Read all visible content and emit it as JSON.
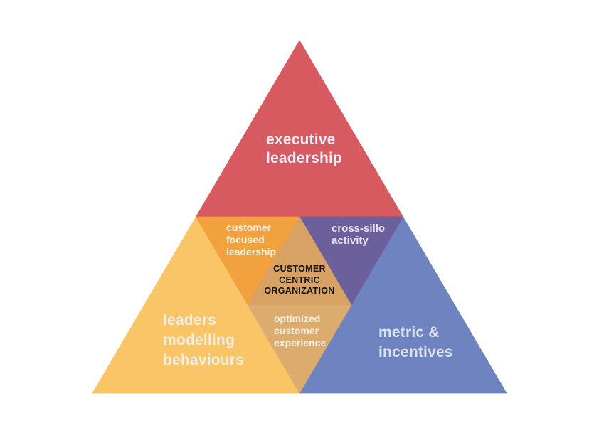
{
  "diagram": {
    "type": "pyramid",
    "background_color": "#ffffff",
    "center_title": "CUSTOMER CENTRIC ORGANIZATION",
    "sections": [
      {
        "id": "executive-leadership",
        "label": "executive\nleadership",
        "color": "#d65a5f",
        "text_color": "#eaeef6",
        "position": "top"
      },
      {
        "id": "customer-focused-leadership",
        "label": "customer\nfocused\nleadership",
        "color": "#f1a23f",
        "text_color": "#f8f2e8",
        "position": "middle-left"
      },
      {
        "id": "cross-sillo-activity",
        "label": "cross-sillo\nactivity",
        "color": "#6b5f9c",
        "text_color": "#e8e6f2",
        "position": "middle-right"
      },
      {
        "id": "customer-centric-organization",
        "label": "CUSTOMER\nCENTRIC\nORGANIZATION",
        "color": "#d7a263",
        "text_color": "#141414",
        "position": "center"
      },
      {
        "id": "optimized-customer-experience",
        "label": "optimized\ncustomer\nexperience",
        "color": "#dcab6e",
        "text_color": "#f6efe3",
        "position": "middle-bottom"
      },
      {
        "id": "leaders-modelling-behaviours",
        "label": "leaders\nmodelling\nbehaviours",
        "color": "#f9c566",
        "text_color": "#efeee7",
        "position": "bottom-left"
      },
      {
        "id": "metric-incentives",
        "label": "metric &\nincentives",
        "color": "#6e83c0",
        "text_color": "#dbe2f0",
        "position": "bottom-right"
      }
    ]
  }
}
